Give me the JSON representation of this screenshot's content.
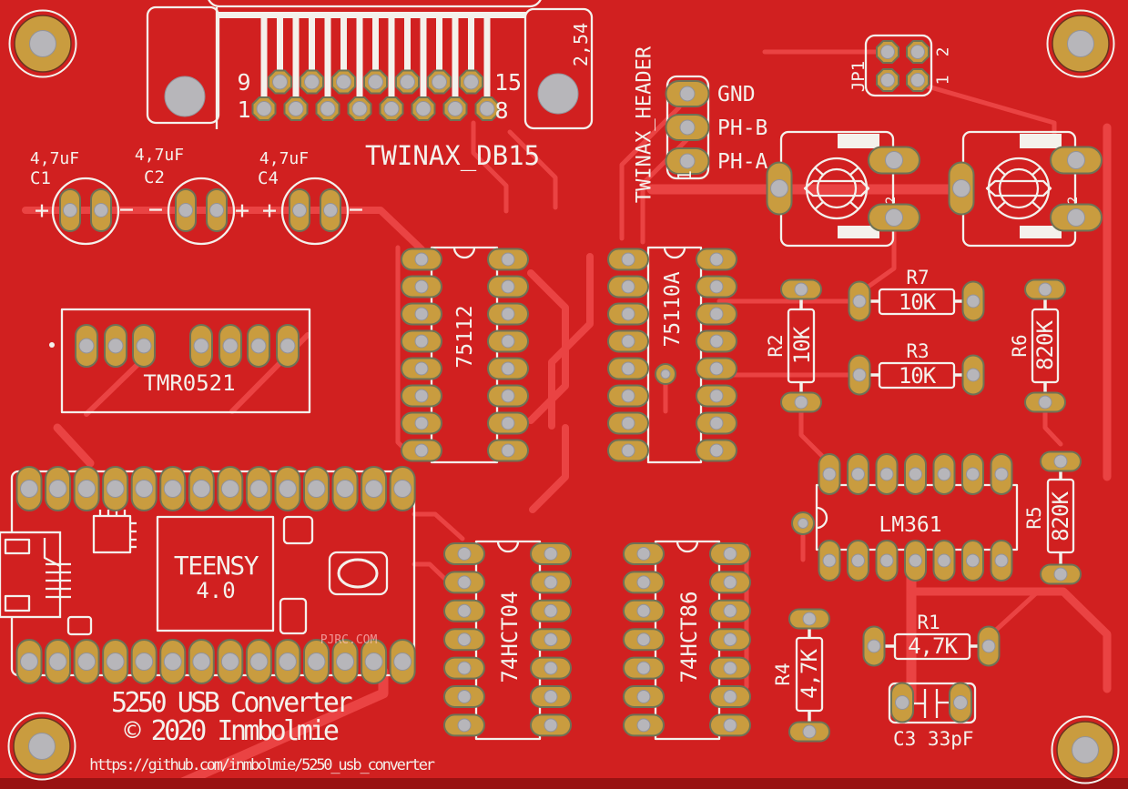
{
  "colors": {
    "board": "#d12020",
    "trace": "#ea4343",
    "silk": "#f4f1ec",
    "pad_gold": "#c99c3f",
    "pad_hole": "#b7b6ba",
    "edge_band": "#991212"
  },
  "db15": {
    "name": "TWINAX_DB15",
    "pitch": "2,54",
    "pin9": "9",
    "pin1": "1",
    "pin15": "15",
    "pin8": "8"
  },
  "twinax_header": {
    "ref": "TWINAX_HEADER",
    "pin1": "1",
    "pin_gnd": "GND",
    "pin_phb": "PH-B",
    "pin_pha": "PH-A"
  },
  "jp1": {
    "ref": "JP1",
    "row1": "1",
    "row2": "2"
  },
  "trimmer": {
    "pin2": "2"
  },
  "capacitors": {
    "c1": {
      "ref": "C1",
      "value": "4,7uF",
      "left": "+",
      "right": "−"
    },
    "c2": {
      "ref": "C2",
      "value": "4,7uF",
      "left": "−",
      "right": "+"
    },
    "c4": {
      "ref": "C4",
      "value": "4,7uF",
      "left": "+",
      "right": "−"
    },
    "c3": {
      "label": "C3 33pF"
    }
  },
  "ics": {
    "u75112": "75112",
    "u75110a": "75110A",
    "u74hct04": "74HCT04",
    "u74hct86": "74HCT86",
    "lm361": "LM361",
    "tmr": "TMR0521"
  },
  "resistors": {
    "r1": {
      "ref": "R1",
      "value": "4,7K"
    },
    "r2": {
      "ref": "R2",
      "value": "10K"
    },
    "r3": {
      "ref": "R3",
      "value": "10K"
    },
    "r4": {
      "ref": "R4",
      "value": "4,7K"
    },
    "r5": {
      "ref": "R5",
      "value": "820K"
    },
    "r6": {
      "ref": "R6",
      "value": "820K"
    },
    "r7": {
      "ref": "R7",
      "value": "10K"
    }
  },
  "teensy": {
    "name": "TEENSY",
    "version": "4.0",
    "brand": "PJRC.COM"
  },
  "footer": {
    "title": "5250 USB Converter",
    "copyright": "© 2020 Inmbolmie",
    "url": "https://github.com/inmbolmie/5250_usb_converter"
  }
}
